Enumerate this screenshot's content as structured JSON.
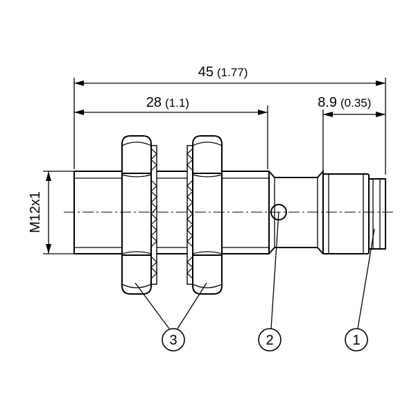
{
  "dimensions": {
    "overall": {
      "value": "45",
      "inch": "(1.77)"
    },
    "thread_length": {
      "value": "28",
      "inch": "(1.1)"
    },
    "connector_length": {
      "value": "8.9",
      "inch": "(0.35)"
    },
    "thread_size": "M12x1"
  },
  "callouts": [
    {
      "id": "callout-1",
      "label": "1"
    },
    {
      "id": "callout-2",
      "label": "2"
    },
    {
      "id": "callout-3",
      "label": "3"
    }
  ]
}
